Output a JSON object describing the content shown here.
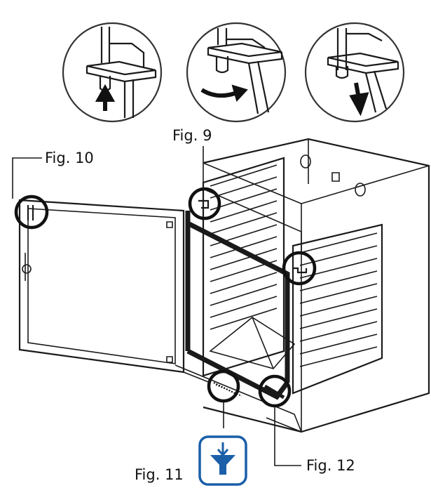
{
  "labels": {
    "fig9": "Fig. 9",
    "fig10": "Fig. 10",
    "fig11": "Fig. 11",
    "fig12": "Fig. 12"
  },
  "steps": [
    {
      "icon": "arrow-up-icon"
    },
    {
      "icon": "arrow-rotate-icon"
    },
    {
      "icon": "arrow-down-icon"
    }
  ],
  "colors": {
    "line": "#1a1a1a",
    "accent": "#1a5fa8",
    "background": "#ffffff"
  }
}
